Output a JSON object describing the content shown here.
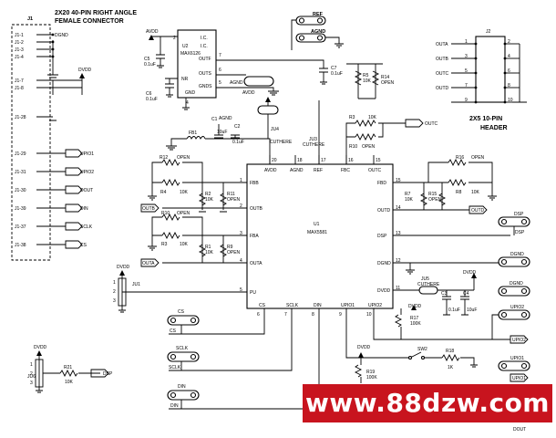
{
  "header": {
    "line1": "2X20 40-PIN RIGHT ANGLE",
    "line2": "FEMALE CONNECTOR"
  },
  "j1": {
    "ref": "J1",
    "dgnd_label": "DGND",
    "dvdd_label": "DVDD",
    "pins": [
      {
        "pin": "J1-1"
      },
      {
        "pin": "J1-2"
      },
      {
        "pin": "J1-3"
      },
      {
        "pin": "J1-4"
      },
      {
        "pin": "J1-7"
      },
      {
        "pin": "J1-8"
      },
      {
        "pin": "J1-28"
      },
      {
        "pin": "J1-29",
        "net": "UPIO1"
      },
      {
        "pin": "J1-31",
        "net": "UPIO2"
      },
      {
        "pin": "J1-30",
        "net": "DOUT"
      },
      {
        "pin": "J1-39",
        "net": "DIN"
      },
      {
        "pin": "J1-37",
        "net": "SCLK"
      },
      {
        "pin": "J1-38",
        "net": "CS"
      }
    ]
  },
  "u2": {
    "ref": "U2",
    "part": "MAX6126",
    "pins": [
      "IN",
      "NR",
      "GND",
      "I.C.",
      "I.C.",
      "OUTF",
      "OUTS",
      "GNDS"
    ],
    "nums": [
      "2",
      "3",
      "4",
      "8",
      "1",
      "7",
      "6",
      "5"
    ],
    "supply": "AVDD"
  },
  "c_u2": [
    {
      "ref": "C5",
      "val": "0.1uF"
    },
    {
      "ref": "C6",
      "val": "0.1uF"
    },
    {
      "ref": "C7",
      "val": "0.1uF"
    }
  ],
  "agnd": "AGND",
  "ref_net": "REF",
  "j2": {
    "ref": "J2",
    "desc1": "2X5 10-PIN",
    "desc2": "HEADER",
    "signals": [
      "OUTA",
      "OUTB",
      "OUTC",
      "OUTD"
    ],
    "left_pins": [
      "1",
      "3",
      "5",
      "7",
      "9"
    ],
    "right_pins": [
      "2",
      "4",
      "6",
      "8",
      "10"
    ]
  },
  "r14": {
    "ref": "R14",
    "val": "OPEN"
  },
  "r5": {
    "ref": "R5",
    "val": "10K"
  },
  "fb1": {
    "ref": "FB1"
  },
  "c_ju4": [
    {
      "ref": "C1",
      "val": "10uF"
    },
    {
      "ref": "C2",
      "val": "0.1uF"
    }
  ],
  "ju4": {
    "ref": "JU4",
    "cut": "CUTHERE"
  },
  "ju3": {
    "ref": "JU3",
    "cut": "CUTHERE"
  },
  "r_outc": [
    {
      "ref": "R3",
      "val": "10K"
    },
    {
      "ref": "R10",
      "val": "OPEN"
    }
  ],
  "outc": "OUTC",
  "u1": {
    "ref": "U1",
    "part": "MAX5581",
    "top": [
      {
        "n": "AVDD",
        "p": "20"
      },
      {
        "n": "AGND",
        "p": "18"
      },
      {
        "n": "REF",
        "p": "17"
      },
      {
        "n": "FBC",
        "p": "16"
      },
      {
        "n": "OUTC",
        "p": "15"
      }
    ],
    "left": [
      {
        "n": "FBB",
        "p": "1"
      },
      {
        "n": "OUTB",
        "p": "2"
      },
      {
        "n": "FBA",
        "p": "3"
      },
      {
        "n": "OUTA",
        "p": "4"
      },
      {
        "n": "PU",
        "p": "5"
      }
    ],
    "bottom": [
      {
        "n": "CS",
        "p": "6"
      },
      {
        "n": "SCLK",
        "p": "7"
      },
      {
        "n": "DIN",
        "p": "8"
      },
      {
        "n": "UPIO1",
        "p": "9"
      },
      {
        "n": "UPIO2",
        "p": "10"
      }
    ],
    "right": [
      {
        "n": "FBD",
        "p": "15"
      },
      {
        "n": "OUTD",
        "p": "14"
      },
      {
        "n": "DSP",
        "p": "13"
      },
      {
        "n": "DGND",
        "p": "12"
      },
      {
        "n": "DVDD",
        "p": "11"
      }
    ]
  },
  "left_net": {
    "r12": {
      "ref": "R12",
      "val": "OPEN"
    },
    "r4": {
      "ref": "R4",
      "val": "10K"
    },
    "r2": {
      "ref": "R2",
      "val": "10K"
    },
    "r11": {
      "ref": "R11",
      "val": "OPEN"
    },
    "outb": "OUTB",
    "r10": {
      "ref": "R10",
      "val": "OPEN"
    },
    "r3": {
      "ref": "R3",
      "val": "10K"
    },
    "r1": {
      "ref": "R1",
      "val": "10K"
    },
    "r9": {
      "ref": "R9",
      "val": "OPEN"
    },
    "outa": "OUTA"
  },
  "right_net": {
    "r16": {
      "ref": "R16",
      "val": "OPEN"
    },
    "r8": {
      "ref": "R8",
      "val": "10K"
    },
    "r7": {
      "ref": "R7",
      "val": "10K"
    },
    "r15": {
      "ref": "R15",
      "val": "OPEN"
    },
    "outd": "OUTD"
  },
  "ju1": {
    "ref": "JU1",
    "supply": "DVDD",
    "pins": [
      "1",
      "2",
      "3"
    ]
  },
  "ju5": {
    "ref": "JU5",
    "cut": "CUTHERE"
  },
  "c_dvdd": [
    {
      "ref": "C3",
      "val": "0.1uF"
    },
    {
      "ref": "C4",
      "val": "10uF"
    }
  ],
  "dvdd": "DVDD",
  "dgnd": "DGND",
  "dsp": "DSP",
  "r17": {
    "ref": "R17",
    "val": "100K"
  },
  "r19": {
    "ref": "R19",
    "val": "100K"
  },
  "sw2": {
    "ref": "SW2"
  },
  "r18": {
    "ref": "R18",
    "val": "1K"
  },
  "ju6": {
    "ref": "JU6",
    "pins": [
      "1",
      "2",
      "3"
    ]
  },
  "r21": {
    "ref": "R21",
    "val": "10K"
  },
  "bottom_pads": {
    "cs": "CS",
    "sclk": "SCLK",
    "din": "DIN"
  },
  "right_pads": {
    "upio2": "UPIO2",
    "upio1": "UPIO1",
    "dout": "DOUT"
  },
  "watermark": "www.88dzw.com"
}
